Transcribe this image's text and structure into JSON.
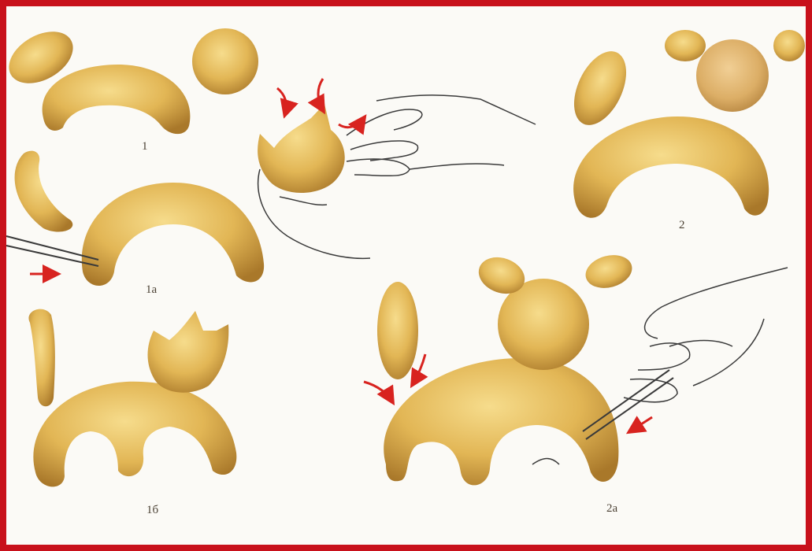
{
  "figure_labels": {
    "step_1": "1",
    "step_1a": "1a",
    "step_1b": "1б",
    "step_2": "2",
    "step_2a": "2a"
  },
  "colors": {
    "frame": "#c8111b",
    "clay_light": "#f2d27a",
    "clay_mid": "#d9a94a",
    "clay_dark": "#a9782a",
    "arrow": "#d8231f",
    "line": "#3a3a3a"
  }
}
